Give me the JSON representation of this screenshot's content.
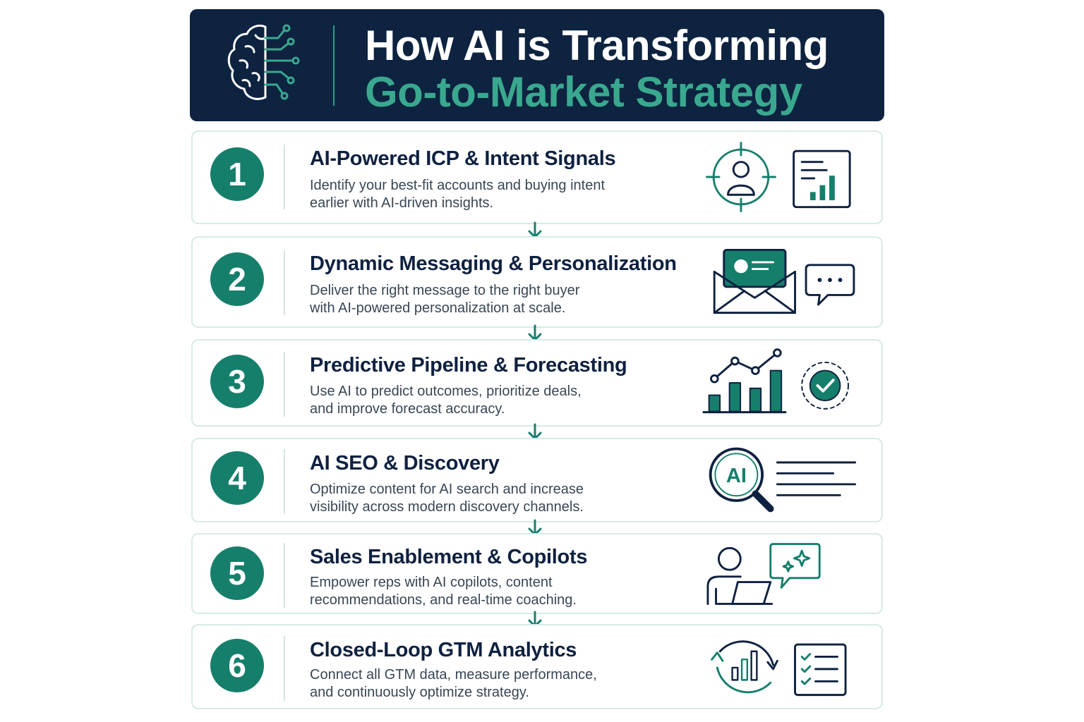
{
  "header": {
    "title_line1": "How AI is Transforming",
    "title_line2": "Go-to-Market Strategy"
  },
  "colors": {
    "navy": "#0d2340",
    "teal": "#157f6c",
    "teal_light": "#3aa88f",
    "card_border": "#d7ebe6"
  },
  "steps": [
    {
      "number": "1",
      "title": "AI-Powered ICP & Intent Signals",
      "description": "Identify your best-fit accounts and buying intent\nearlier with AI-driven insights.",
      "icons": [
        "target-person-icon",
        "report-chart-icon"
      ]
    },
    {
      "number": "2",
      "title": "Dynamic Messaging & Personalization",
      "description": "Deliver the right message to the right buyer\nwith AI-powered personalization at scale.",
      "icons": [
        "envelope-profile-icon",
        "chat-bubble-icon"
      ]
    },
    {
      "number": "3",
      "title": "Predictive Pipeline & Forecasting",
      "description": "Use AI to predict outcomes, prioritize deals,\nand improve forecast accuracy.",
      "icons": [
        "trend-bar-chart-icon",
        "check-circle-icon"
      ]
    },
    {
      "number": "4",
      "title": "AI SEO & Discovery",
      "description": "Optimize content for AI search and increase\nvisibility across modern discovery channels.",
      "icons": [
        "ai-magnifier-icon",
        "text-lines-icon"
      ],
      "icon_text": "AI"
    },
    {
      "number": "5",
      "title": "Sales Enablement & Copilots",
      "description": "Empower reps with AI copilots, content\nrecommendations, and real-time coaching.",
      "icons": [
        "person-laptop-icon",
        "sparkle-chat-icon"
      ]
    },
    {
      "number": "6",
      "title": "Closed-Loop GTM Analytics",
      "description": "Connect all GTM data, measure performance,\nand continuously optimize strategy.",
      "icons": [
        "cycle-chart-icon",
        "checklist-icon"
      ]
    }
  ]
}
